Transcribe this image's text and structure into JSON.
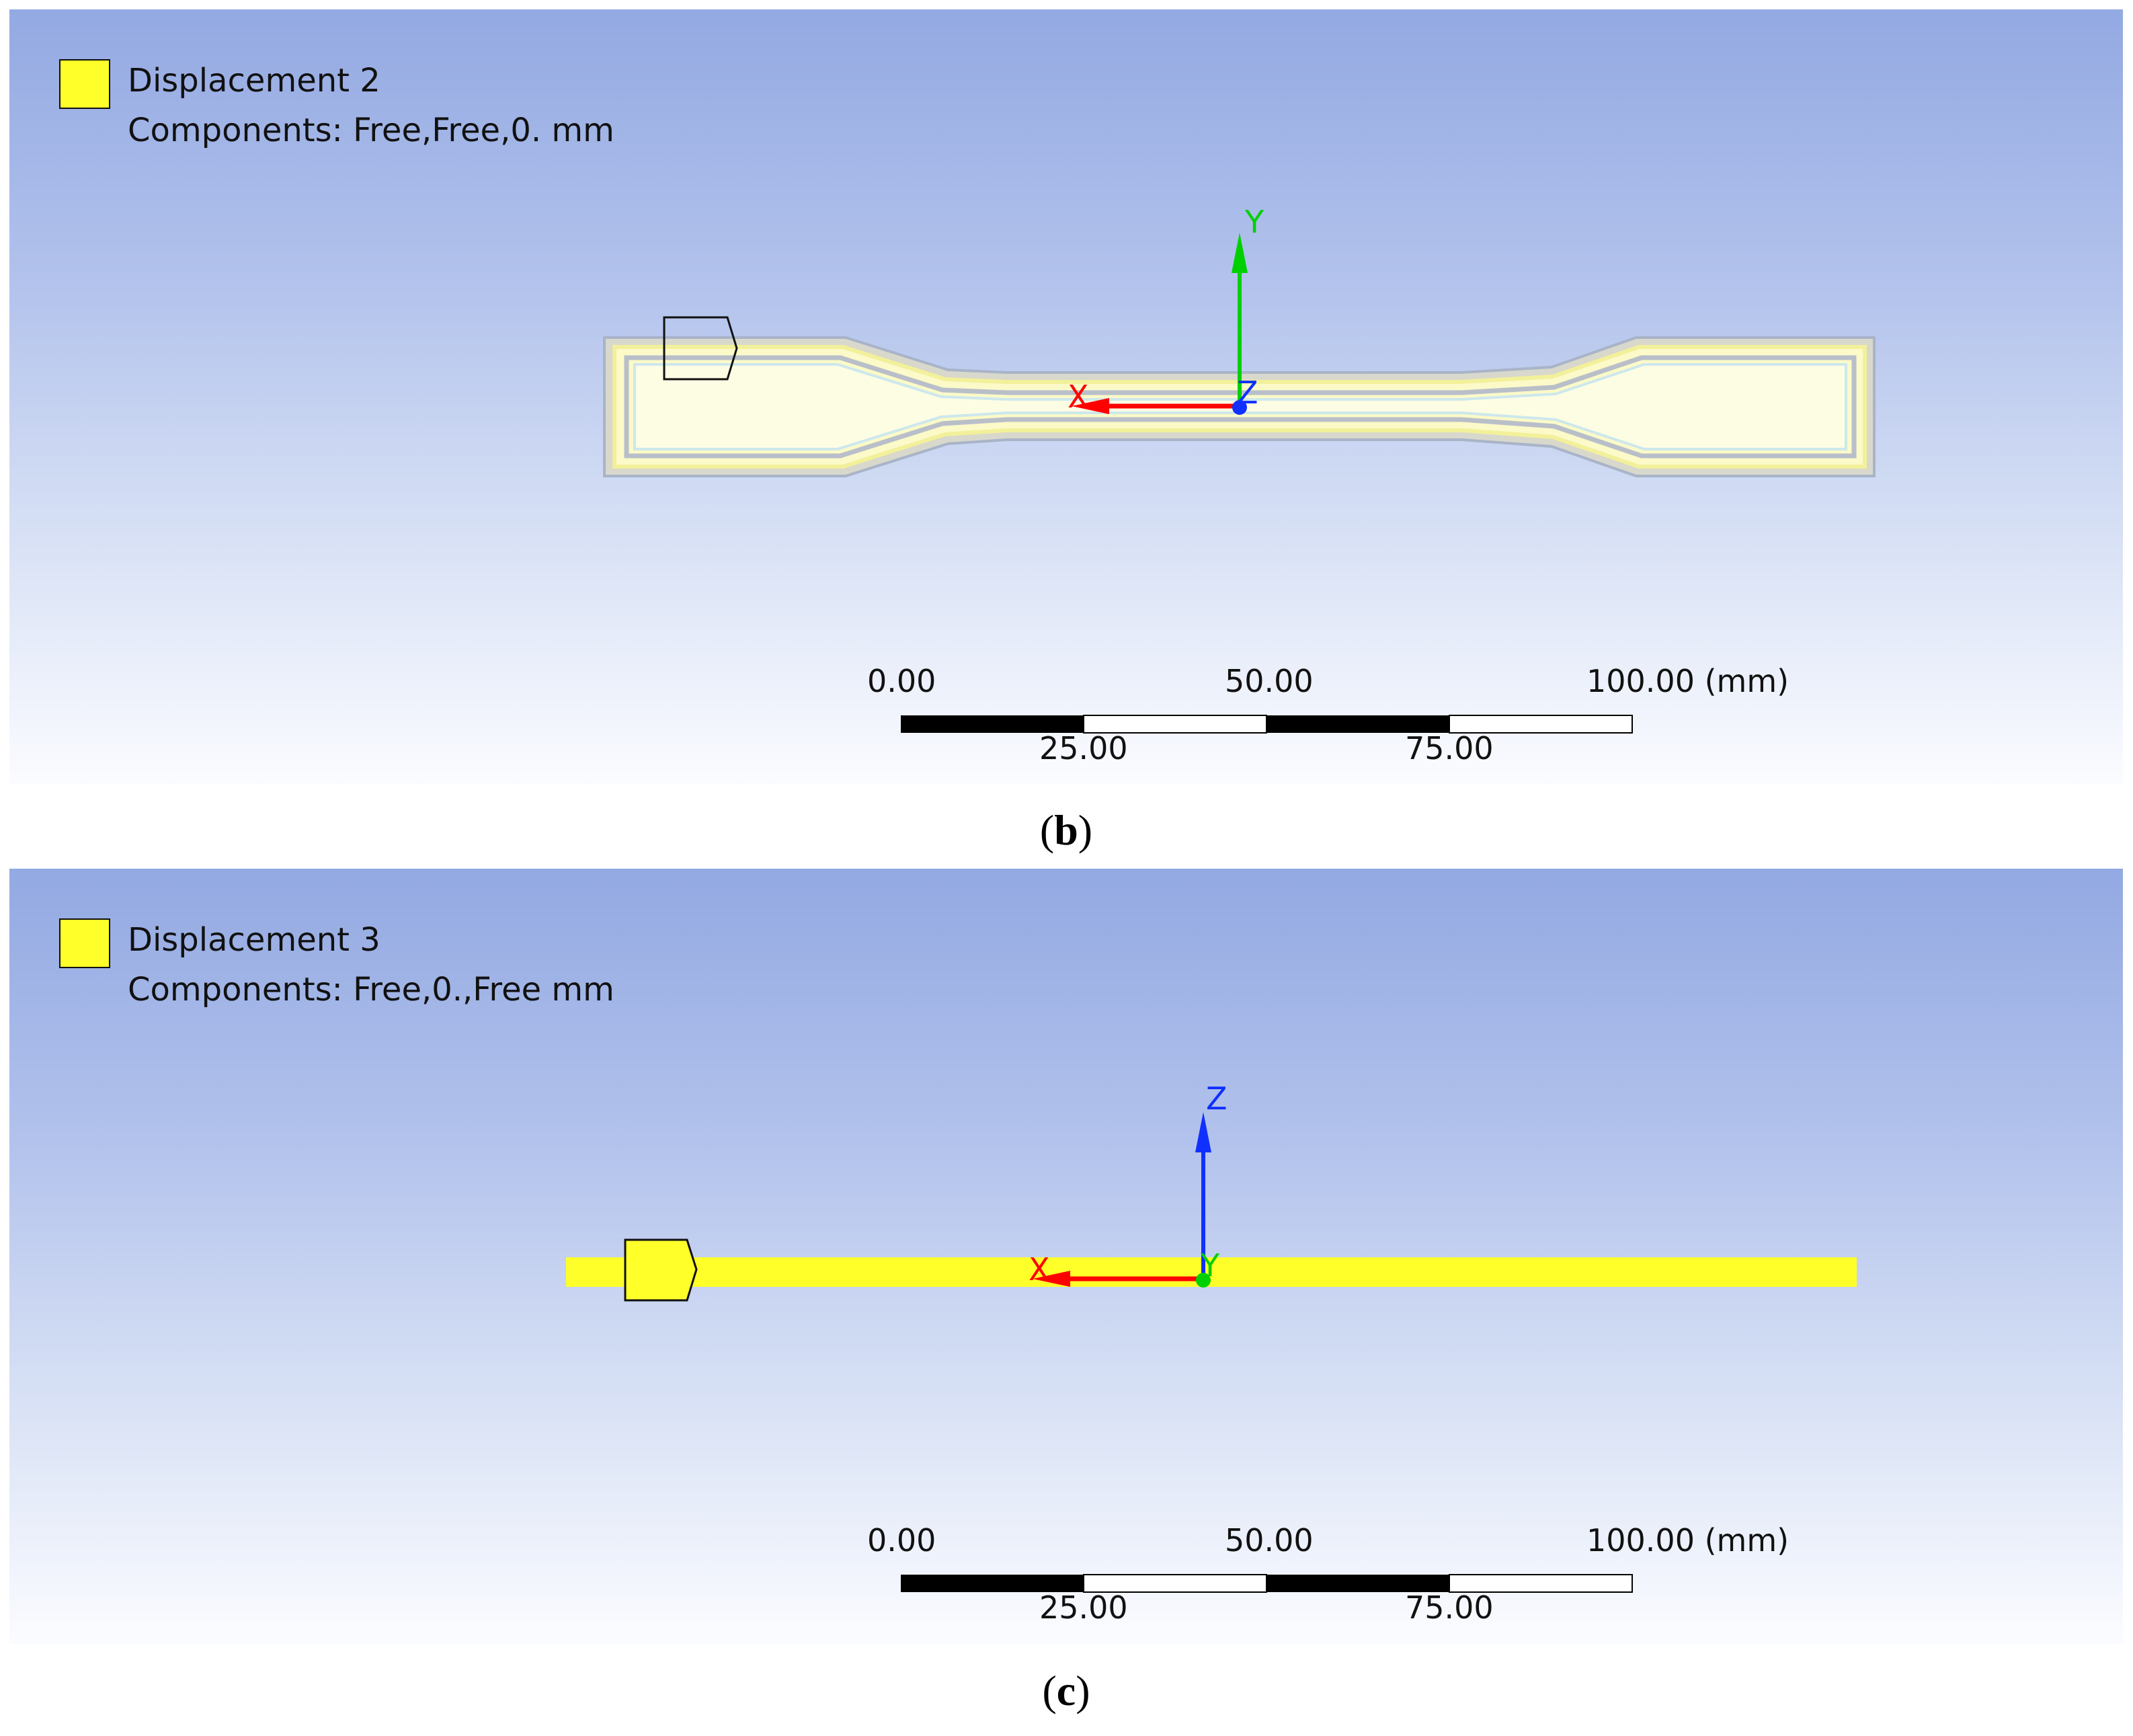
{
  "panel_b": {
    "legend_title": "Displacement 2",
    "legend_components": "Components: Free,Free,0. mm",
    "axis_labels": {
      "horizontal": "X",
      "vertical": "Y",
      "center": "Z"
    },
    "scale": {
      "t0": "0.00",
      "t50": "50.00",
      "t100": "100.00 (mm)",
      "t25": "25.00",
      "t75": "75.00"
    },
    "caption_open": "(",
    "caption_letter": "b",
    "caption_close": ")"
  },
  "panel_c": {
    "legend_title": "Displacement 3",
    "legend_components": "Components: Free,0.,Free mm",
    "axis_labels": {
      "horizontal": "X",
      "vertical": "Z",
      "center": "Y"
    },
    "scale": {
      "t0": "0.00",
      "t50": "50.00",
      "t100": "100.00 (mm)",
      "t25": "25.00",
      "t75": "75.00"
    },
    "caption_open": "(",
    "caption_letter": "c",
    "caption_close": ")"
  },
  "colors": {
    "highlight_yellow": "#ffff2a",
    "x_axis": "#ff0000",
    "y_axis_b": "#00d000",
    "z_axis_c": "#1030ff",
    "z_dot_b": "#1030ff",
    "y_dot_c": "#00d000"
  },
  "icons": {
    "legend_swatch": "yellow-square-swatch",
    "support_marker": "pentagon-arrow-marker"
  }
}
